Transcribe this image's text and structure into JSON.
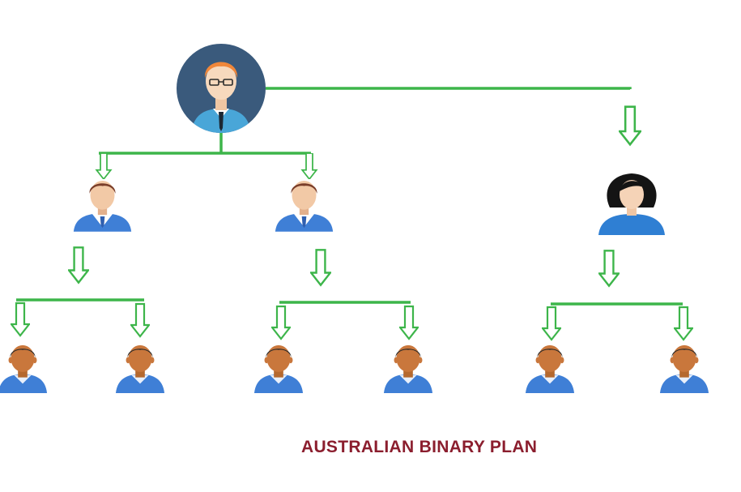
{
  "caption": "AUSTRALIAN BINARY PLAN",
  "colors": {
    "connector": "#3db54a",
    "caption": "#8b1e2e",
    "shirt_blue": "#3f7fd6",
    "skin_dark": "#c9773c",
    "skin_light": "#f2c9a6",
    "hair_dark": "#2a2a2a",
    "circle_bg": "#3a5a7c"
  },
  "nodes": [
    {
      "id": "top-leader",
      "icon": "man-with-glasses-icon"
    },
    {
      "id": "left-manager",
      "icon": "man-in-suit-icon"
    },
    {
      "id": "middle-manager",
      "icon": "man-in-suit-icon"
    },
    {
      "id": "right-manager",
      "icon": "woman-icon"
    },
    {
      "id": "member-1",
      "icon": "person-icon"
    },
    {
      "id": "member-2",
      "icon": "person-icon"
    },
    {
      "id": "member-3",
      "icon": "person-icon"
    },
    {
      "id": "member-4",
      "icon": "person-icon"
    },
    {
      "id": "member-5",
      "icon": "person-icon"
    },
    {
      "id": "member-6",
      "icon": "person-icon"
    }
  ]
}
